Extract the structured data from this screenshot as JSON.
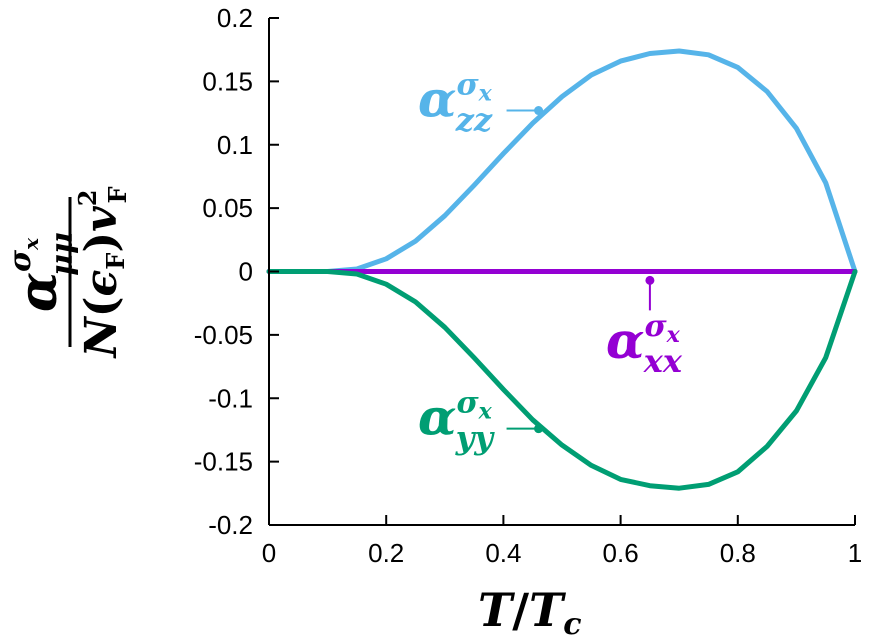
{
  "chart_data": {
    "type": "line",
    "x_ticks": [
      "0",
      "0.2",
      "0.4",
      "0.6",
      "0.8",
      "1"
    ],
    "y_ticks": [
      "0.2",
      "0.15",
      "0.1",
      "0.05",
      "0",
      "-0.05",
      "-0.1",
      "-0.15",
      "-0.2"
    ],
    "xlim": [
      0,
      1
    ],
    "ylim": [
      -0.2,
      0.2
    ],
    "grid": false,
    "xlabel": {
      "main": "T",
      "sep": "/",
      "main2": "T",
      "sub": "c"
    },
    "ylabel": {
      "numerator": {
        "base": "α",
        "sup_base": "σ",
        "sup_sub": "x",
        "sub": "μμ"
      },
      "denominator": {
        "n": "N",
        "open": "(",
        "eps": "ϵ",
        "eps_sub": "F",
        "close": ")",
        "v": "v",
        "v_sup": "2",
        "v_sub": "F"
      }
    },
    "series": [
      {
        "key": "zz",
        "color": "#56b4e9",
        "x": [
          0,
          0.05,
          0.1,
          0.15,
          0.2,
          0.25,
          0.3,
          0.35,
          0.4,
          0.45,
          0.5,
          0.55,
          0.6,
          0.65,
          0.7,
          0.75,
          0.8,
          0.85,
          0.9,
          0.95,
          1.0
        ],
        "y": [
          0,
          0,
          0,
          0.002,
          0.01,
          0.024,
          0.044,
          0.068,
          0.093,
          0.117,
          0.138,
          0.155,
          0.166,
          0.172,
          0.174,
          0.171,
          0.161,
          0.142,
          0.113,
          0.07,
          0
        ]
      },
      {
        "key": "xx",
        "color": "#9400d3",
        "x": [
          0,
          1
        ],
        "y": [
          0,
          0
        ]
      },
      {
        "key": "yy",
        "color": "#009e73",
        "x": [
          0,
          0.05,
          0.1,
          0.15,
          0.2,
          0.25,
          0.3,
          0.35,
          0.4,
          0.45,
          0.5,
          0.55,
          0.6,
          0.65,
          0.7,
          0.75,
          0.8,
          0.85,
          0.9,
          0.95,
          1.0
        ],
        "y": [
          0,
          0,
          0,
          -0.002,
          -0.01,
          -0.024,
          -0.044,
          -0.068,
          -0.093,
          -0.117,
          -0.137,
          -0.153,
          -0.164,
          -0.169,
          -0.171,
          -0.168,
          -0.158,
          -0.138,
          -0.11,
          -0.068,
          0
        ]
      }
    ],
    "annotations": [
      {
        "series": "zz",
        "base": "α",
        "sup_base": "σ",
        "sup_sub": "x",
        "sub": "zz",
        "color": "#56b4e9",
        "point": [
          0.46,
          0.127
        ]
      },
      {
        "series": "xx",
        "base": "α",
        "sup_base": "σ",
        "sup_sub": "x",
        "sub": "xx",
        "color": "#9400d3",
        "point": [
          0.65,
          -0.007
        ]
      },
      {
        "series": "yy",
        "base": "α",
        "sup_base": "σ",
        "sup_sub": "x",
        "sub": "yy",
        "color": "#009e73",
        "point": [
          0.46,
          -0.124
        ]
      }
    ]
  }
}
